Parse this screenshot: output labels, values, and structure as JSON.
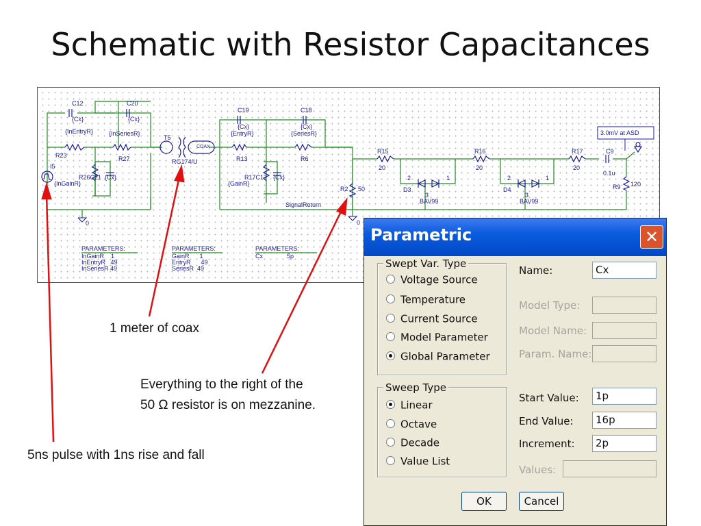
{
  "slide": {
    "title": "Schematic with Resistor Capacitances"
  },
  "schematic": {
    "labels": {
      "c12": "C12",
      "c12_val": "{Cx}",
      "c20": "C20",
      "c20_val": "{Cx}",
      "in_entry_r": "{InEntryR}",
      "in_series_r": "{InSeriesR}",
      "r23": "R23",
      "r27": "R27",
      "i5": "I5",
      "in_gain_r": "{InGainR}",
      "r26_c21": "R26C21",
      "cx_a": "{Cx}",
      "gnd0_a": "0",
      "t5": "T5",
      "rg174": "RG174/U",
      "coax": "COAX",
      "c19": "C19",
      "c19_val": "{Cx}",
      "entry_r": "{EntryR}",
      "c18": "C18",
      "c18_val": "{Cx}",
      "series_r": "{SeriesR}",
      "r13": "R13",
      "r6": "R6",
      "r17_c17": "R17C17",
      "cx_b": "{Cx}",
      "gain_r": "{GainR}",
      "signal_return": "SignalReturn",
      "r2": "R2",
      "r2_val": "50",
      "gnd0_b": "0",
      "r15": "R15",
      "r15_val": "20",
      "r16": "R16",
      "r16_val": "20",
      "r17": "R17",
      "r17_val": "20",
      "c9": "C9",
      "c9_val": "0.1u",
      "r9": "R9",
      "r9_val": "120",
      "asd": "3.0mV at ASD",
      "d3": "D3",
      "d4": "D4",
      "bav99_a": "BAV99",
      "bav99_b": "BAV99",
      "pin2a": "2",
      "pin1a": "1",
      "pin3a": "3",
      "pin2b": "2",
      "pin1b": "1",
      "pin3b": "3"
    },
    "params": [
      {
        "header": "PARAMETERS:",
        "rows": "InGainR    1\nInEntryR   49\nInSeriesR 49"
      },
      {
        "header": "PARAMETERS:",
        "rows": "GainR      1\nEntryR      49\nSeriesR  49"
      },
      {
        "header": "PARAMETERS:",
        "rows": "Cx              5p"
      }
    ]
  },
  "annotations": {
    "coax": "1 meter of coax",
    "mezz1": "Everything to the right of the",
    "mezz2": "50 Ω resistor is on mezzanine.",
    "pulse": "5ns pulse with 1ns rise and fall"
  },
  "dialog": {
    "title": "Parametric",
    "close": "✕",
    "swept_type": {
      "legend": "Swept Var. Type",
      "options": [
        "Voltage Source",
        "Temperature",
        "Current Source",
        "Model Parameter",
        "Global Parameter"
      ],
      "selected": "Global Parameter"
    },
    "sweep_type": {
      "legend": "Sweep Type",
      "options": [
        "Linear",
        "Octave",
        "Decade",
        "Value List"
      ],
      "selected": "Linear"
    },
    "fields": {
      "name_label": "Name:",
      "name_value": "Cx",
      "model_type_label": "Model Type:",
      "model_name_label": "Model Name:",
      "param_name_label": "Param. Name:",
      "start_label": "Start Value:",
      "start_value": "1p",
      "end_label": "End Value:",
      "end_value": "16p",
      "increment_label": "Increment:",
      "increment_value": "2p",
      "values_label": "Values:"
    },
    "buttons": {
      "ok": "OK",
      "cancel": "Cancel"
    }
  },
  "colors": {
    "wire": "#1e8c1e",
    "part": "#1a1aa0",
    "arrow": "#e01010",
    "titlebar": "#0a5ce0"
  }
}
